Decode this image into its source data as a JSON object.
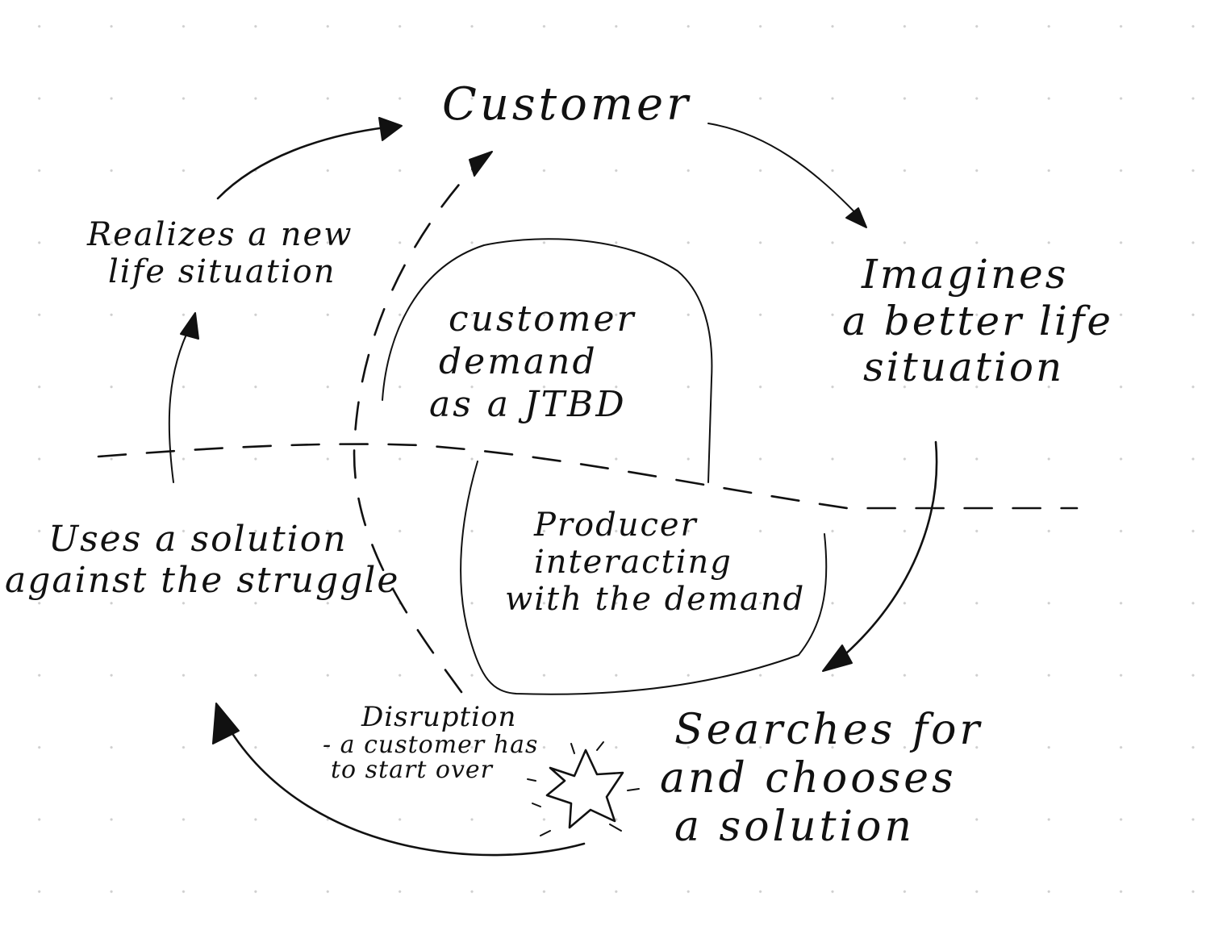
{
  "diagram": {
    "nodes": {
      "customer": {
        "lines": [
          "Customer"
        ]
      },
      "imagines": {
        "lines": [
          "Imagines",
          "a better life",
          "situation"
        ]
      },
      "searches": {
        "lines": [
          "Searches for",
          "and chooses",
          "a solution"
        ]
      },
      "uses": {
        "lines": [
          "Uses a solution",
          "against the struggle"
        ]
      },
      "realizes": {
        "lines": [
          "Realizes a new",
          "life situation"
        ]
      },
      "demand": {
        "lines": [
          "customer",
          "demand",
          "as a JTBD"
        ]
      },
      "producer": {
        "lines": [
          "Producer",
          "interacting",
          "with the demand"
        ]
      },
      "disruption": {
        "lines": [
          "Disruption",
          "- a customer has",
          "to start over"
        ]
      }
    },
    "edges": [
      {
        "from": "customer",
        "to": "imagines",
        "style": "solid"
      },
      {
        "from": "imagines",
        "to": "searches",
        "style": "solid"
      },
      {
        "from": "searches",
        "to": "uses",
        "style": "solid"
      },
      {
        "from": "uses",
        "to": "realizes",
        "style": "solid"
      },
      {
        "from": "realizes",
        "to": "customer",
        "style": "solid"
      },
      {
        "from": "disruption",
        "to": "customer",
        "style": "dashed"
      }
    ],
    "ink_color": "#111111",
    "grid_dot_color": "#cfcfcf"
  }
}
